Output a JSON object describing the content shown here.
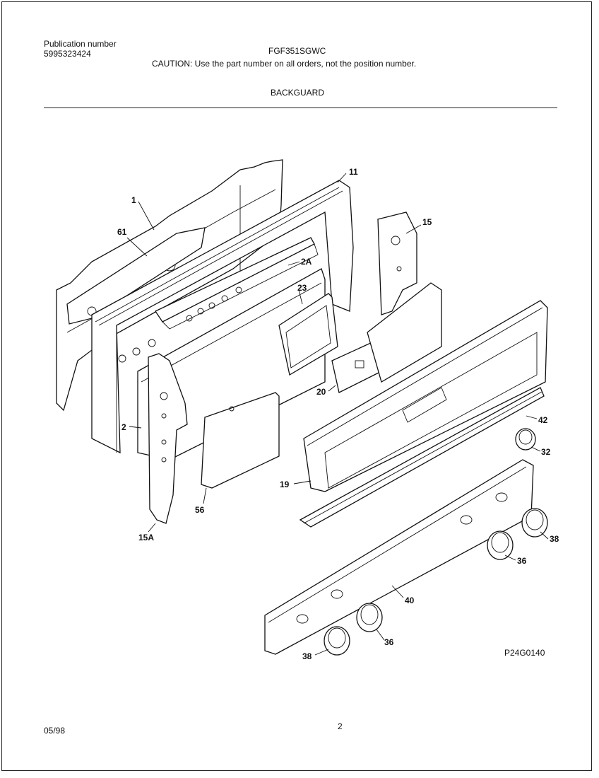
{
  "header": {
    "pub_label": "Publication number",
    "pub_number": "5995323424",
    "model": "FGF351SGWC",
    "caution": "CAUTION:  Use the part number on all orders, not the position number.",
    "section": "BACKGUARD"
  },
  "parts": {
    "p1": "1",
    "p61": "61",
    "p11": "11",
    "p15": "15",
    "p2a": "2A",
    "p23": "23",
    "p2": "2",
    "p20": "20",
    "p42": "42",
    "p32": "32",
    "p19": "19",
    "p56": "56",
    "p15a": "15A",
    "p38a": "38",
    "p36a": "36",
    "p40": "40",
    "p36b": "36",
    "p38b": "38"
  },
  "diagram_code": "P24G0140",
  "footer": {
    "date": "05/98",
    "page": "2"
  }
}
